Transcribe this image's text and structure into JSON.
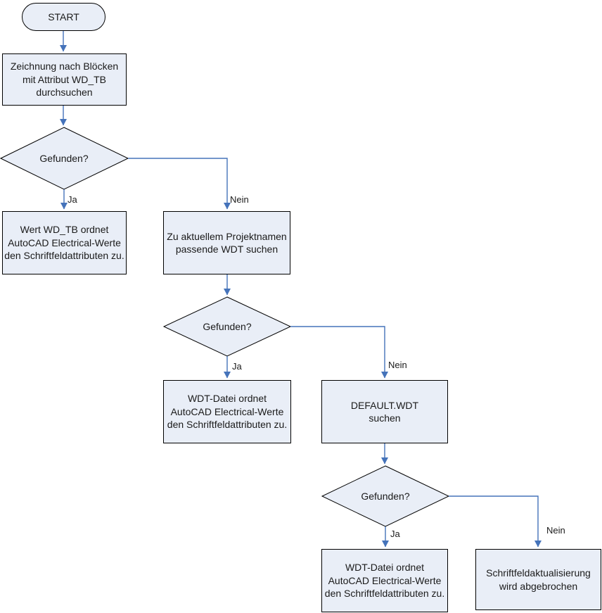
{
  "diagram": {
    "type": "flowchart",
    "language": "de",
    "colors": {
      "background": "#ffffff",
      "node_fill": "#e9eef7",
      "node_border": "#000000",
      "connector": "#4573ba",
      "text": "#1a1a1a"
    },
    "nodes": {
      "start": {
        "type": "terminator",
        "label": "START"
      },
      "search_blocks": {
        "type": "process",
        "lines": [
          "Zeichnung nach Blöcken",
          "mit Attribut WD_TB",
          "durchsuchen"
        ]
      },
      "decision_1": {
        "type": "decision",
        "label": "Gefunden?"
      },
      "assign_wdtb": {
        "type": "process",
        "lines": [
          "Wert WD_TB ordnet",
          "AutoCAD Electrical-Werte",
          "den Schriftfeldattributen zu."
        ]
      },
      "search_project_wdt": {
        "type": "process",
        "lines": [
          "Zu aktuellem Projektnamen",
          "passende WDT suchen"
        ]
      },
      "decision_2": {
        "type": "decision",
        "label": "Gefunden?"
      },
      "assign_wdt": {
        "type": "process",
        "lines": [
          "WDT-Datei ordnet",
          "AutoCAD Electrical-Werte",
          "den Schriftfeldattributen zu."
        ]
      },
      "search_default_wdt": {
        "type": "process",
        "lines": [
          "DEFAULT.WDT",
          "suchen"
        ]
      },
      "decision_3": {
        "type": "decision",
        "label": "Gefunden?"
      },
      "assign_default_wdt": {
        "type": "process",
        "lines": [
          "WDT-Datei ordnet",
          "AutoCAD Electrical-Werte",
          "den Schriftfeldattributen zu."
        ]
      },
      "abort_update": {
        "type": "process",
        "lines": [
          "Schriftfeldaktualisierung",
          "wird abgebrochen"
        ]
      }
    },
    "edge_labels": {
      "d1_ja": "Ja",
      "d1_nein": "Nein",
      "d2_ja": "Ja",
      "d2_nein": "Nein",
      "d3_ja": "Ja",
      "d3_nein": "Nein"
    }
  }
}
